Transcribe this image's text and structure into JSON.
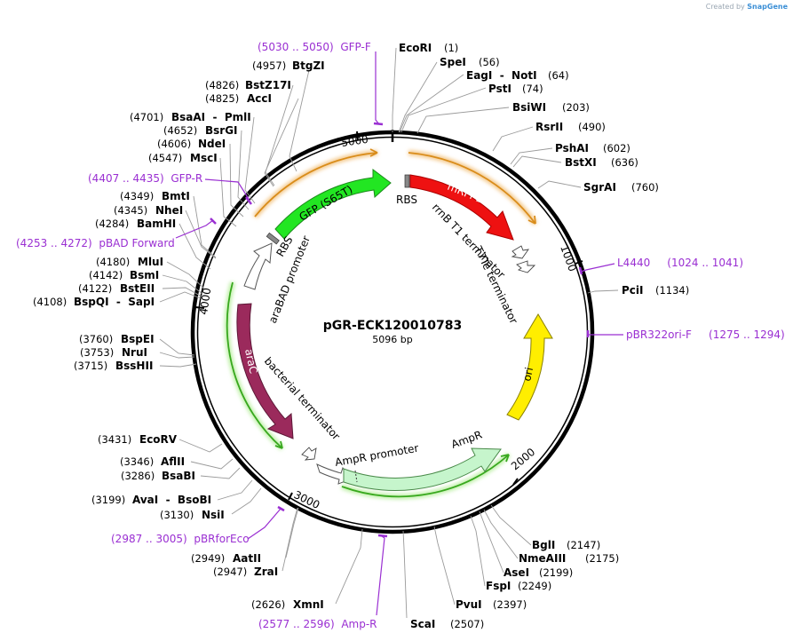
{
  "branding": {
    "prefix": "Created by",
    "brand": "SnapGene"
  },
  "plasmid": {
    "name": "pGR-ECK120010783",
    "length_label": "5096 bp"
  },
  "ring_ticks": [
    "1000",
    "2000",
    "3000",
    "4000",
    "5000"
  ],
  "enzymes": [
    {
      "id": "ecori",
      "name": "EcoRI",
      "pos": "(1)"
    },
    {
      "id": "spei",
      "name": "SpeI",
      "pos": "(56)"
    },
    {
      "id": "eagi-noti",
      "name": "EagI  -  NotI",
      "pos": "(64)"
    },
    {
      "id": "psti",
      "name": "PstI",
      "pos": "(74)"
    },
    {
      "id": "bsiwi",
      "name": "BsiWI",
      "pos": "(203)"
    },
    {
      "id": "rsrii",
      "name": "RsrII",
      "pos": "(490)"
    },
    {
      "id": "psha",
      "name": "PshAI",
      "pos": "(602)"
    },
    {
      "id": "bstxi",
      "name": "BstXI",
      "pos": "(636)"
    },
    {
      "id": "sgrai",
      "name": "SgrAI",
      "pos": "(760)"
    },
    {
      "id": "pcii",
      "name": "PciI",
      "pos": "(1134)"
    },
    {
      "id": "bgli",
      "name": "BglI",
      "pos": "(2147)"
    },
    {
      "id": "nmeaiii",
      "name": "NmeAIII",
      "pos": "(2175)"
    },
    {
      "id": "asei",
      "name": "AseI",
      "pos": "(2199)"
    },
    {
      "id": "fspi",
      "name": "FspI",
      "pos": "(2249)"
    },
    {
      "id": "pvui",
      "name": "PvuI",
      "pos": "(2397)"
    },
    {
      "id": "scai",
      "name": "ScaI",
      "pos": "(2507)"
    },
    {
      "id": "xmni",
      "name": "XmnI",
      "pos": "(2626)"
    },
    {
      "id": "zrai",
      "name": "ZraI",
      "pos": "(2947)"
    },
    {
      "id": "aatii",
      "name": "AatII",
      "pos": "(2949)"
    },
    {
      "id": "nsii",
      "name": "NsiI",
      "pos": "(3130)"
    },
    {
      "id": "avai-bsobi",
      "name": "AvaI  -  BsoBI",
      "pos": "(3199)"
    },
    {
      "id": "bsabi",
      "name": "BsaBI",
      "pos": "(3286)"
    },
    {
      "id": "aflii",
      "name": "AflII",
      "pos": "(3346)"
    },
    {
      "id": "ecorv",
      "name": "EcoRV",
      "pos": "(3431)"
    },
    {
      "id": "bsshii",
      "name": "BssHII",
      "pos": "(3715)"
    },
    {
      "id": "nrui",
      "name": "NruI",
      "pos": "(3753)"
    },
    {
      "id": "bspei",
      "name": "BspEI",
      "pos": "(3760)"
    },
    {
      "id": "bspqi-sapi",
      "name": "BspQI  -  SapI",
      "pos": "(4108)"
    },
    {
      "id": "bsteii",
      "name": "BstEII",
      "pos": "(4122)"
    },
    {
      "id": "bsmi",
      "name": "BsmI",
      "pos": "(4142)"
    },
    {
      "id": "mlui",
      "name": "MluI",
      "pos": "(4180)"
    },
    {
      "id": "bamhi",
      "name": "BamHI",
      "pos": "(4284)"
    },
    {
      "id": "nhei",
      "name": "NheI",
      "pos": "(4345)"
    },
    {
      "id": "bmti",
      "name": "BmtI",
      "pos": "(4349)"
    },
    {
      "id": "msci",
      "name": "MscI",
      "pos": "(4547)"
    },
    {
      "id": "ndei",
      "name": "NdeI",
      "pos": "(4606)"
    },
    {
      "id": "bsrgi",
      "name": "BsrGI",
      "pos": "(4652)"
    },
    {
      "id": "bsaai-pmli",
      "name": "BsaAI  -  PmlI",
      "pos": "(4701)"
    },
    {
      "id": "acci",
      "name": "AccI",
      "pos": "(4825)"
    },
    {
      "id": "bstz17i",
      "name": "BstZ17I",
      "pos": "(4826)"
    },
    {
      "id": "btgzi",
      "name": "BtgZI",
      "pos": "(4957)"
    }
  ],
  "primers": [
    {
      "id": "gfp-f",
      "text": "(5030 .. 5050)  GFP-F"
    },
    {
      "id": "gfp-r",
      "text": "(4407 .. 4435)  GFP-R"
    },
    {
      "id": "pbad-forward",
      "text": "(4253 .. 4272)  pBAD Forward"
    },
    {
      "id": "l4440",
      "text": "L4440     (1024 .. 1041)"
    },
    {
      "id": "pbr322ori-f",
      "text": "pBR322ori-F     (1275 .. 1294)"
    },
    {
      "id": "pbrforeco",
      "text": "(2987 .. 3005)  pBRforEco"
    },
    {
      "id": "amp-r",
      "text": "(2577 .. 2596)  Amp-R"
    }
  ],
  "features": {
    "gfp": "GFP (S65T)",
    "mrfp1": "mRFP1",
    "arac": "araC",
    "ori": "ori",
    "ampr": "AmpR",
    "rbs_left": "RBS",
    "rbs_top": "RBS",
    "arabad_promoter": "araBAD promoter",
    "rrnb_t1": "rrnB T1 terminator",
    "t7te": "T7Te terminator",
    "bacterial_terminator": "bacterial terminator",
    "ampr_promoter": "AmpR promoter"
  },
  "colors": {
    "gfp": "#22e622",
    "mrfp1": "#ee1111",
    "arac": "#9b2a5c",
    "ori": "#ffee00",
    "ampr": "#c6f5cc",
    "primer": "#9a2fd2",
    "orange_arc": "#d98c1a",
    "green_arc": "#38a81e"
  }
}
